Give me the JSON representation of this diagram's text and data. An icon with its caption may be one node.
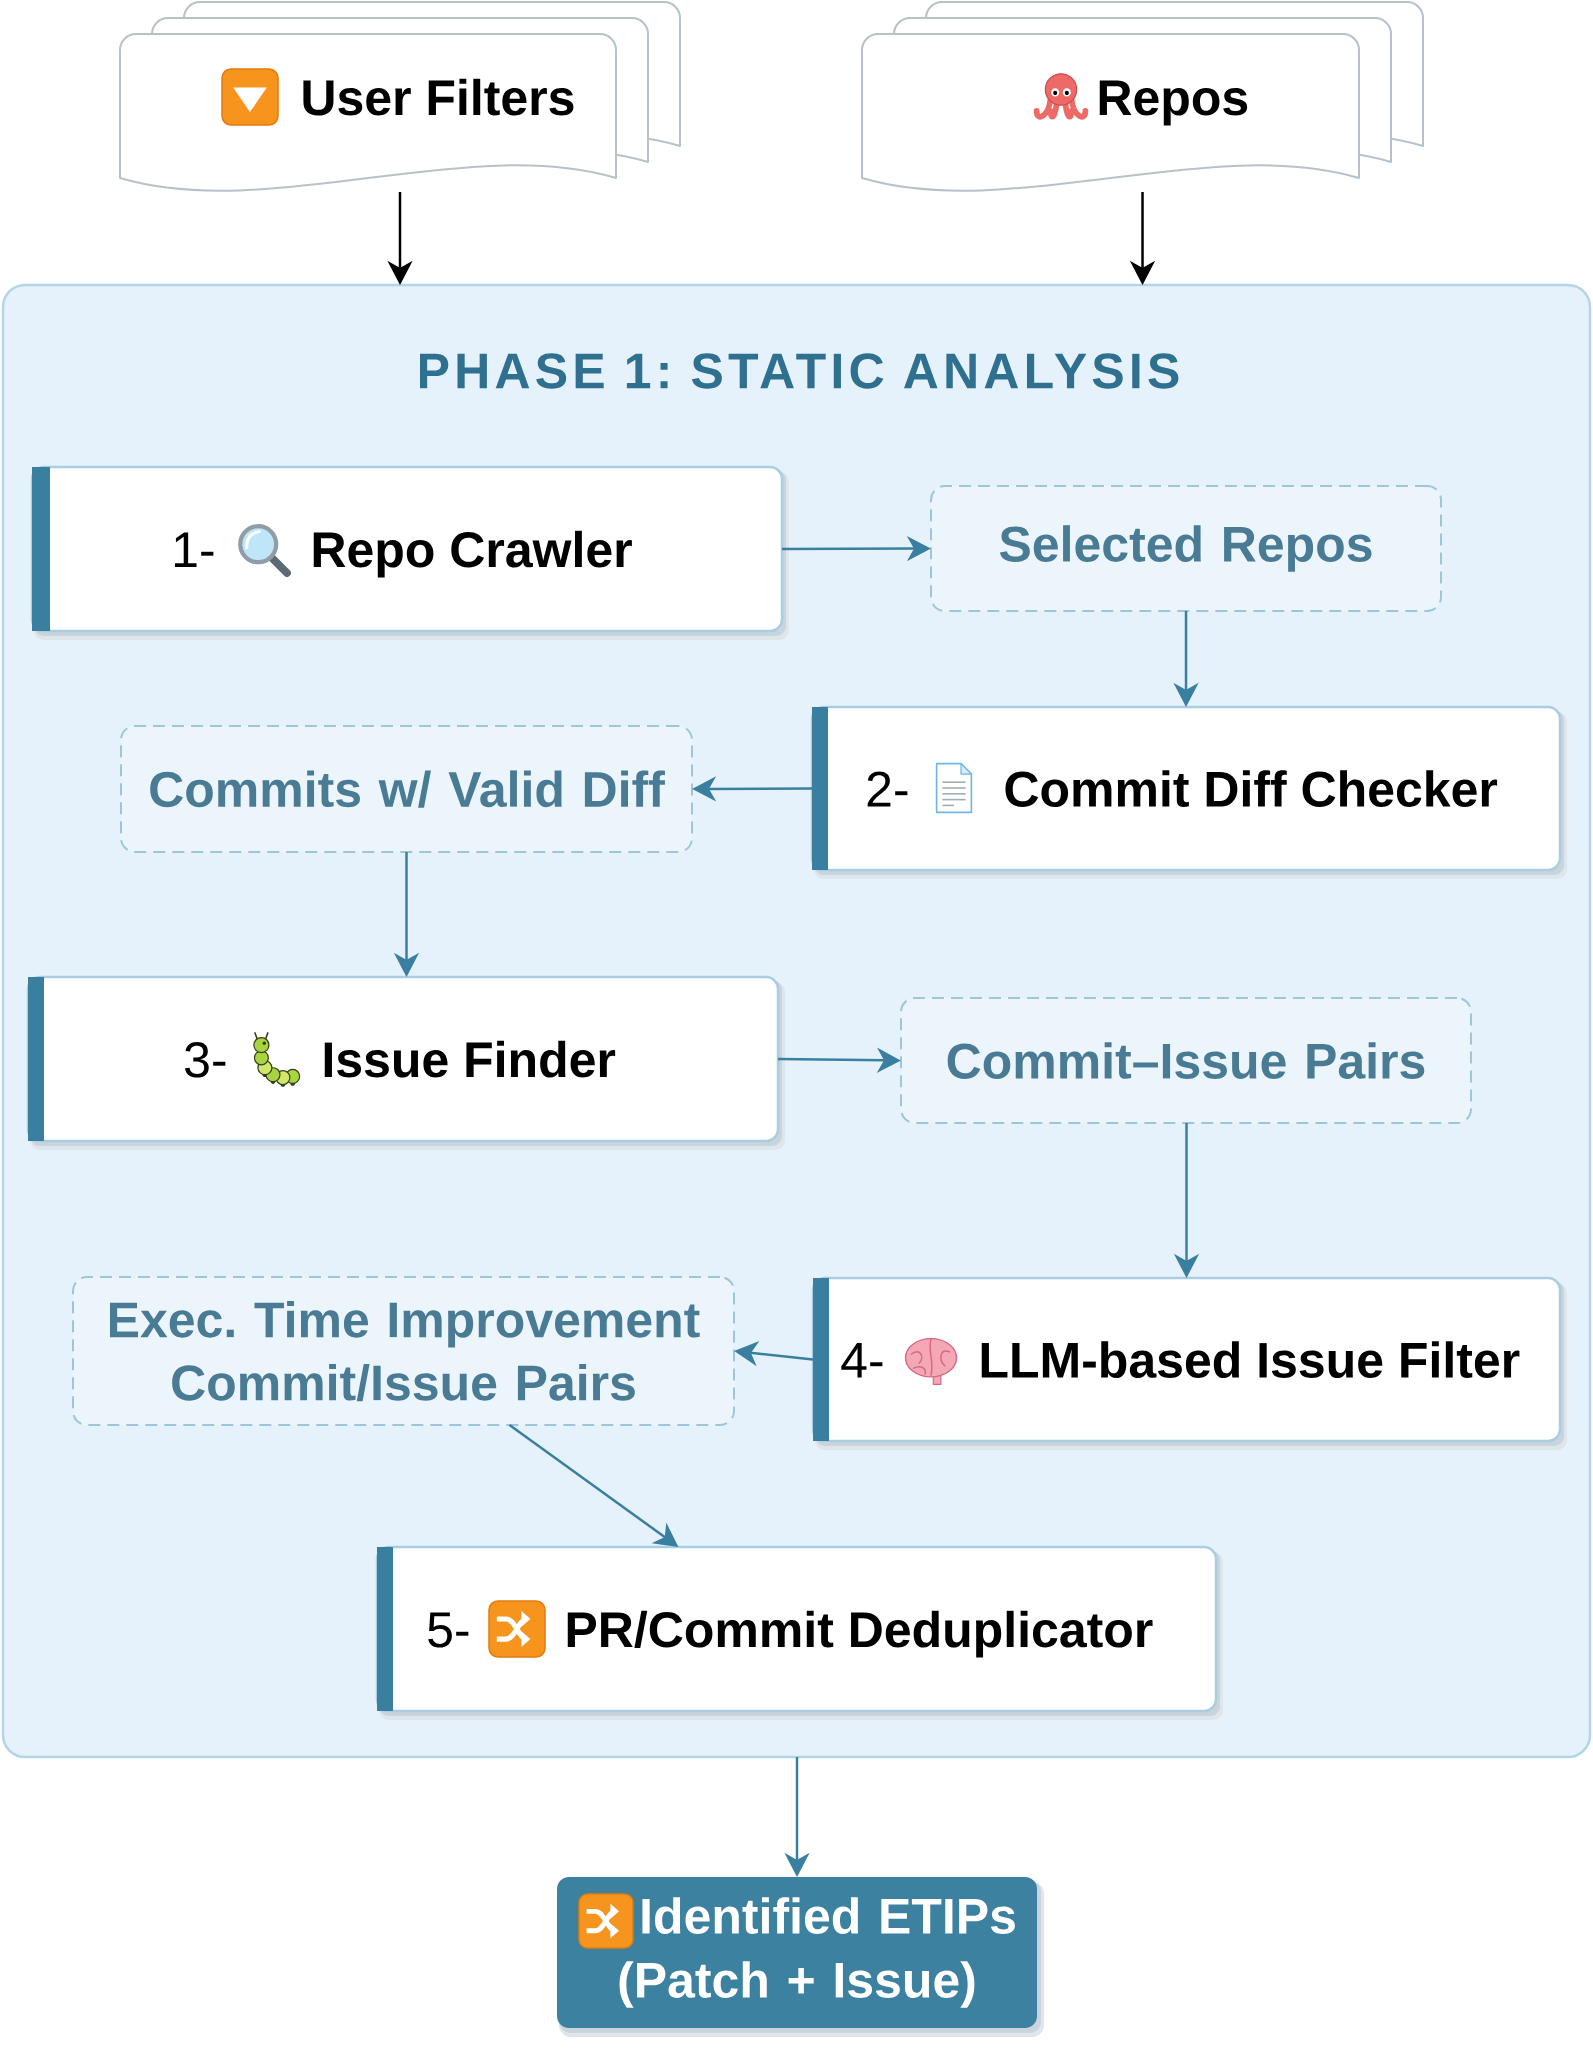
{
  "diagram": {
    "nodes": [
      {
        "text": [
          "User Filters"
        ]
      },
      {
        "text": [
          "Repos"
        ]
      },
      {
        "text": [
          "PHASE 1: STATIC ANALYSIS"
        ]
      },
      {
        "text": [
          "1-",
          "Repo Crawler"
        ],
        "in": 2
      },
      {
        "text": [
          "Selected Repos"
        ],
        "in": 2
      },
      {
        "text": [
          "Commits w/ Valid Diff"
        ],
        "in": 2
      },
      {
        "text": [
          "2-",
          "Commit Diff Checker"
        ],
        "in": 2
      },
      {
        "text": [
          "3-",
          "Issue Finder"
        ],
        "in": 2
      },
      {
        "text": [
          "Commit–Issue Pairs"
        ],
        "in": 2
      },
      {
        "text": [
          "Exec. Time Improvement Commit/Issue Pairs"
        ],
        "in": 2
      },
      {
        "text": [
          "4-",
          "LLM-based Issue Filter"
        ],
        "in": 2
      },
      {
        "text": [
          "5-",
          "PR/Commit Deduplicator"
        ],
        "in": 2
      },
      {
        "text": [
          "Identified ETIPs (Patch + Issue)"
        ]
      }
    ],
    "edges": [
      {
        "from": 0,
        "to": 2,
        "arrow": "to",
        "color": "#000000"
      },
      {
        "from": 1,
        "to": 2,
        "arrow": "to",
        "color": "#000000"
      },
      {
        "from": 3,
        "to": 4,
        "arrow": "to"
      },
      {
        "from": 4,
        "to": 6,
        "arrow": "to"
      },
      {
        "from": 6,
        "to": 5,
        "arrow": "to"
      },
      {
        "from": 5,
        "to": 7,
        "arrow": "to"
      },
      {
        "from": 7,
        "to": 8,
        "arrow": "to"
      },
      {
        "from": 8,
        "to": 10,
        "arrow": "to"
      },
      {
        "from": 10,
        "to": 9,
        "arrow": "to"
      },
      {
        "from": 9,
        "to": 11,
        "arrow": "to"
      },
      {
        "from": 2,
        "to": 12,
        "arrow": "to"
      }
    ]
  }
}
